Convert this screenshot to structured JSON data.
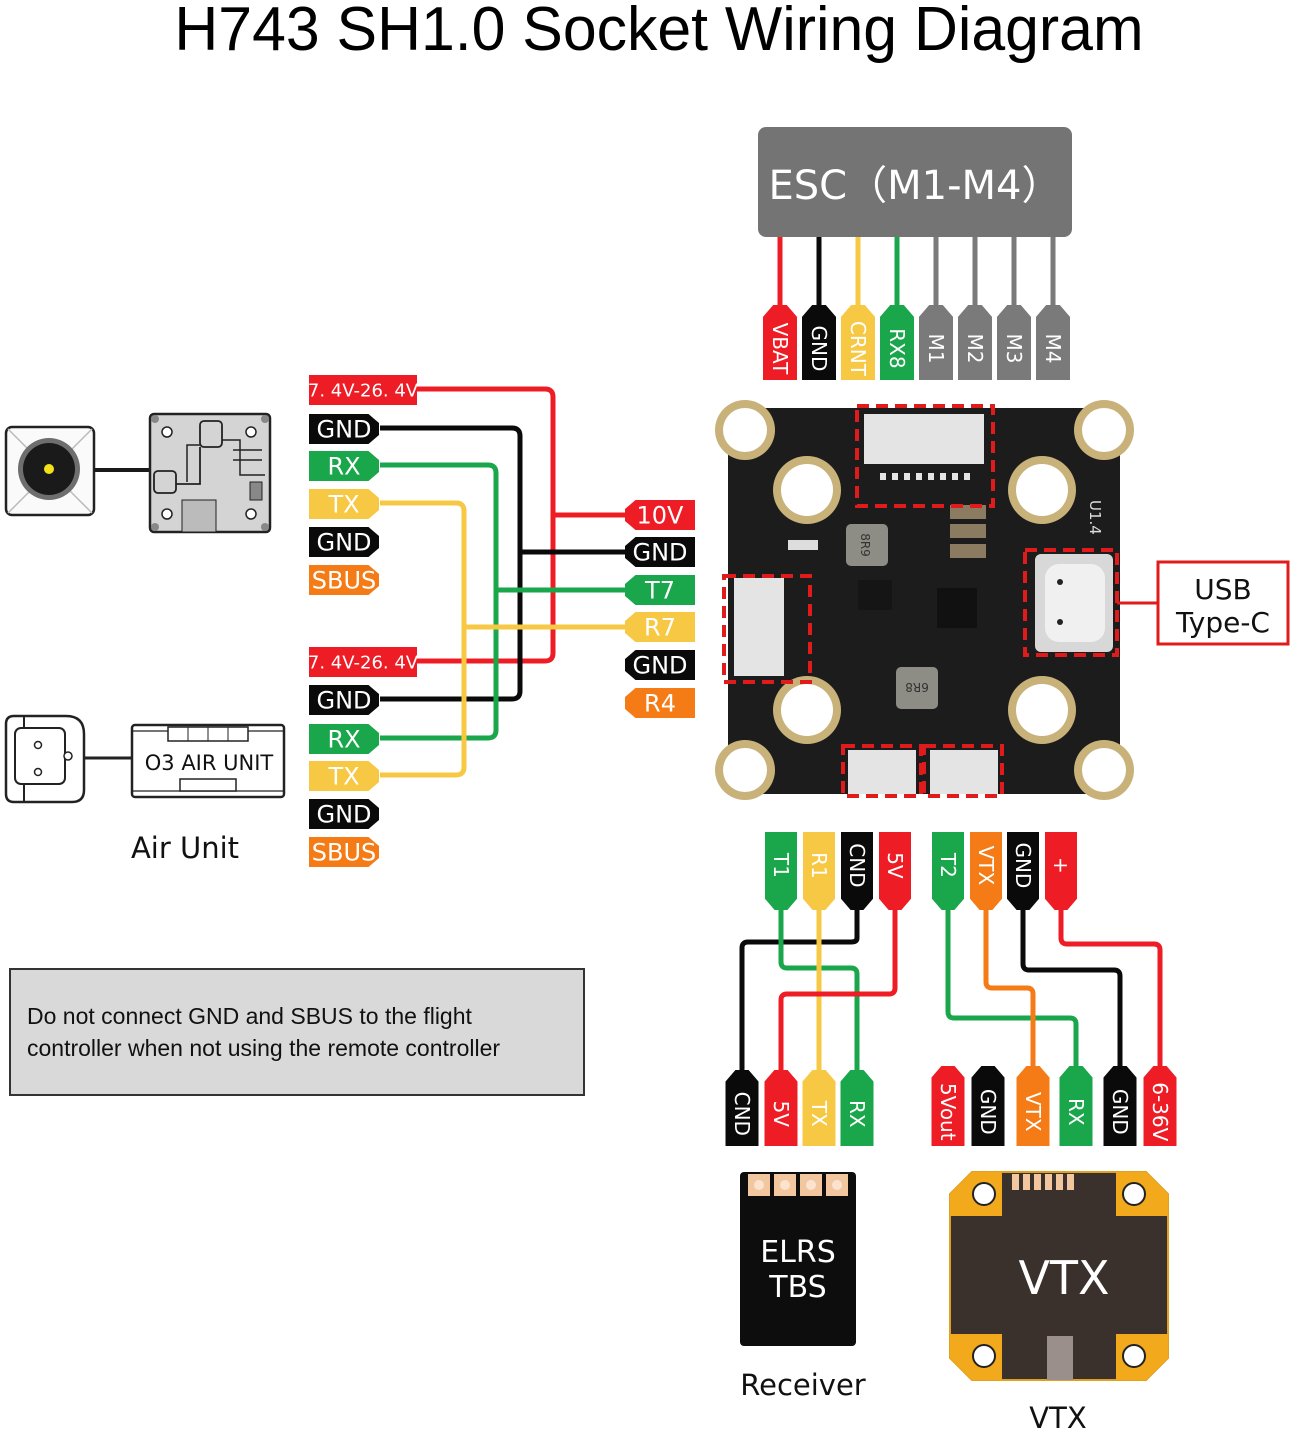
{
  "title": "H743 SH1.0 Socket Wiring Diagram",
  "colors": {
    "red": "#ee1c25",
    "black": "#0a0a0a",
    "yellow": "#f7c844",
    "green": "#1aa64b",
    "orange": "#f47b16",
    "gray": "#7a7a7a",
    "esc_box": "#747474",
    "note_bg": "#d9d9d9",
    "board": "#1c1c1c",
    "pad_gold": "#c9b27a",
    "vtx_gold": "#f2a91c",
    "vtx_body": "#3a302c",
    "pcb_pad": "#f2c7a0"
  },
  "esc": {
    "label": "ESC（M1-M4）",
    "pins": [
      {
        "label": "VBAT",
        "color": "red"
      },
      {
        "label": "GND",
        "color": "black"
      },
      {
        "label": "CRNT",
        "color": "yellow"
      },
      {
        "label": "RX8",
        "color": "green"
      },
      {
        "label": "M1",
        "color": "gray"
      },
      {
        "label": "M2",
        "color": "gray"
      },
      {
        "label": "M3",
        "color": "gray"
      },
      {
        "label": "M4",
        "color": "gray"
      }
    ]
  },
  "camera_vtx_unit": {
    "pins": [
      {
        "label": "7. 4V-26. 4V",
        "color": "red"
      },
      {
        "label": "GND",
        "color": "black"
      },
      {
        "label": "RX",
        "color": "green"
      },
      {
        "label": "TX",
        "color": "yellow"
      },
      {
        "label": "GND",
        "color": "black"
      },
      {
        "label": "SBUS",
        "color": "orange"
      }
    ]
  },
  "air_unit": {
    "device_label": "O3 AIR UNIT",
    "caption": "Air Unit",
    "pins": [
      {
        "label": "7. 4V-26. 4V",
        "color": "red"
      },
      {
        "label": "GND",
        "color": "black"
      },
      {
        "label": "RX",
        "color": "green"
      },
      {
        "label": "TX",
        "color": "yellow"
      },
      {
        "label": "GND",
        "color": "black"
      },
      {
        "label": "SBUS",
        "color": "orange"
      }
    ]
  },
  "fc_left_socket": {
    "pins": [
      {
        "label": "10V",
        "color": "red"
      },
      {
        "label": "GND",
        "color": "black"
      },
      {
        "label": "T7",
        "color": "green"
      },
      {
        "label": "R7",
        "color": "yellow"
      },
      {
        "label": "GND",
        "color": "black"
      },
      {
        "label": "R4",
        "color": "orange"
      }
    ]
  },
  "board": {
    "version_label": "U1.4",
    "inductor_label_1": "8R9",
    "inductor_label_2": "6R8"
  },
  "usb": {
    "label_line1": "USB",
    "label_line2": "Type-C"
  },
  "receiver_socket": {
    "pins": [
      {
        "label": "T1",
        "color": "green"
      },
      {
        "label": "R1",
        "color": "yellow"
      },
      {
        "label": "CND",
        "color": "black"
      },
      {
        "label": "5V",
        "color": "red"
      }
    ]
  },
  "vtx_socket": {
    "pins": [
      {
        "label": "T2",
        "color": "green"
      },
      {
        "label": "VTX",
        "color": "orange"
      },
      {
        "label": "GND",
        "color": "black"
      },
      {
        "label": "+",
        "color": "red"
      }
    ]
  },
  "receiver": {
    "pins": [
      {
        "label": "CND",
        "color": "black"
      },
      {
        "label": "5V",
        "color": "red"
      },
      {
        "label": "TX",
        "color": "yellow"
      },
      {
        "label": "RX",
        "color": "green"
      }
    ],
    "device_line1": "ELRS",
    "device_line2": "TBS",
    "caption": "Receiver"
  },
  "vtx": {
    "pins": [
      {
        "label": "5Vout",
        "color": "red"
      },
      {
        "label": "GND",
        "color": "black"
      },
      {
        "label": "VTX",
        "color": "orange"
      },
      {
        "label": "RX",
        "color": "green"
      },
      {
        "label": "GND",
        "color": "black"
      },
      {
        "label": "6-36V",
        "color": "red"
      }
    ],
    "device_label": "VTX",
    "caption": "VTX"
  },
  "note": {
    "line1": "Do not connect GND and SBUS to the flight",
    "line2": "controller when not using the remote controller"
  }
}
